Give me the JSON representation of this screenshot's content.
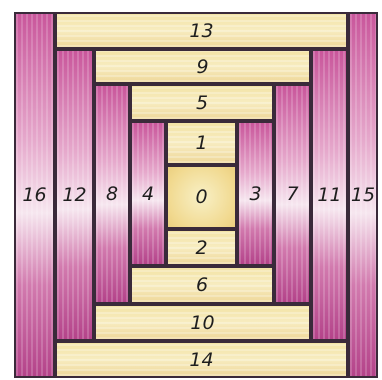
{
  "diagram": {
    "strips": [
      {
        "id": "13",
        "label": "13",
        "color": "yellow"
      },
      {
        "id": "14",
        "label": "14",
        "color": "yellow"
      },
      {
        "id": "16",
        "label": "16",
        "color": "purple"
      },
      {
        "id": "15",
        "label": "15",
        "color": "purple"
      },
      {
        "id": "9",
        "label": "9",
        "color": "yellow"
      },
      {
        "id": "10",
        "label": "10",
        "color": "yellow"
      },
      {
        "id": "12",
        "label": "12",
        "color": "purple"
      },
      {
        "id": "11",
        "label": "11",
        "color": "purple"
      },
      {
        "id": "5",
        "label": "5",
        "color": "yellow"
      },
      {
        "id": "6",
        "label": "6",
        "color": "yellow"
      },
      {
        "id": "8",
        "label": "8",
        "color": "purple"
      },
      {
        "id": "7",
        "label": "7",
        "color": "purple"
      },
      {
        "id": "1",
        "label": "1",
        "color": "yellow"
      },
      {
        "id": "2",
        "label": "2",
        "color": "yellow"
      },
      {
        "id": "4",
        "label": "4",
        "color": "purple"
      },
      {
        "id": "3",
        "label": "3",
        "color": "purple"
      },
      {
        "id": "0",
        "label": "0",
        "color": "center"
      }
    ]
  }
}
